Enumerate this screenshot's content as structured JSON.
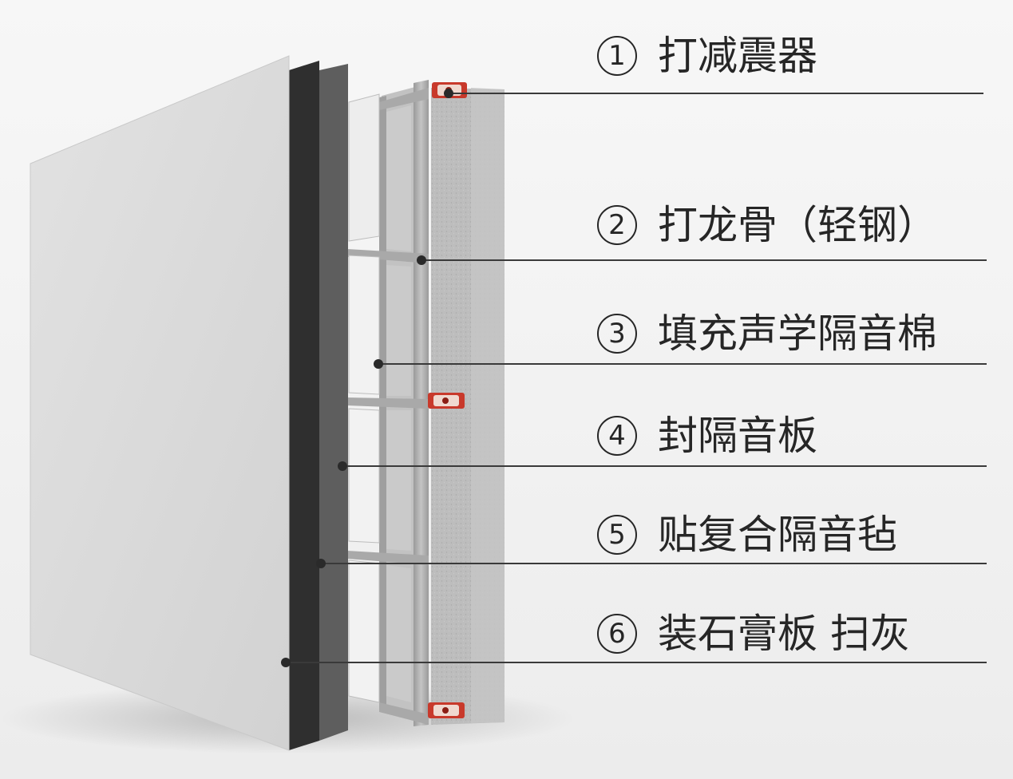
{
  "layers": [
    {
      "number": "1",
      "text": "打减震器"
    },
    {
      "number": "2",
      "text": "打龙骨（轻钢）"
    },
    {
      "number": "3",
      "text": "填充声学隔音棉"
    },
    {
      "number": "4",
      "text": "封隔音板"
    },
    {
      "number": "5",
      "text": "贴复合隔音毡"
    },
    {
      "number": "6",
      "text": "装石膏板 扫灰"
    }
  ],
  "colors": {
    "background": "#f4f4f4",
    "text": "#262626",
    "leader_line": "#3a3a3a",
    "gypsum_board": "#d9d9d9",
    "felt_layer": "#2f2f2f",
    "acoustic_board": "#5e5e5e",
    "steel_keel": "#a8a8a8",
    "damper_accent": "#c8392b"
  }
}
